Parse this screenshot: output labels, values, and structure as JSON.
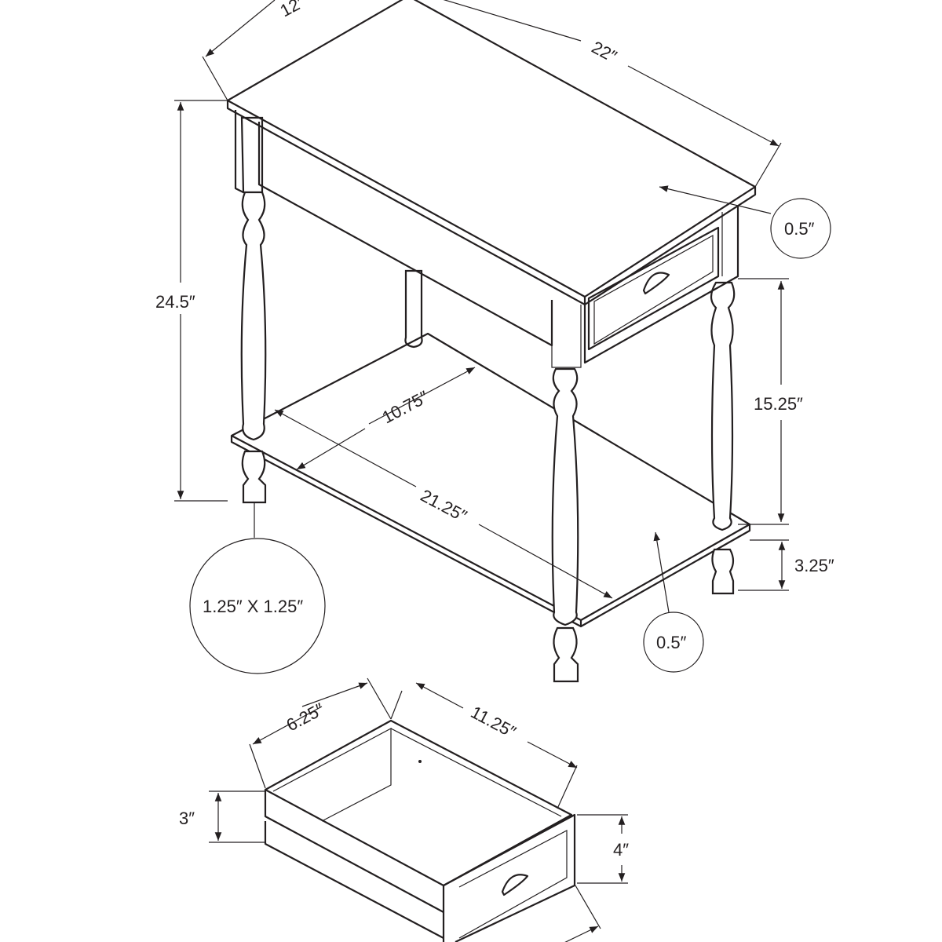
{
  "title": "Accent table dimension drawing",
  "colors": {
    "line": "#231f20",
    "background": "#ffffff"
  },
  "dimensions": {
    "depth": "12″",
    "width": "22″",
    "height": "24.5″",
    "top_thickness": "0.5″",
    "shelf_depth": "10.75″",
    "shelf_width": "21.25″",
    "shelf_clearance": "15.25″",
    "leg_bottom": "3.25″",
    "leg_section": "1.25″ X 1.25″",
    "shelf_thickness": "0.5″",
    "drawer_depth": "6.25″",
    "drawer_width": "11.25″",
    "drawer_side_height": "3″",
    "drawer_front_height": "4″"
  }
}
